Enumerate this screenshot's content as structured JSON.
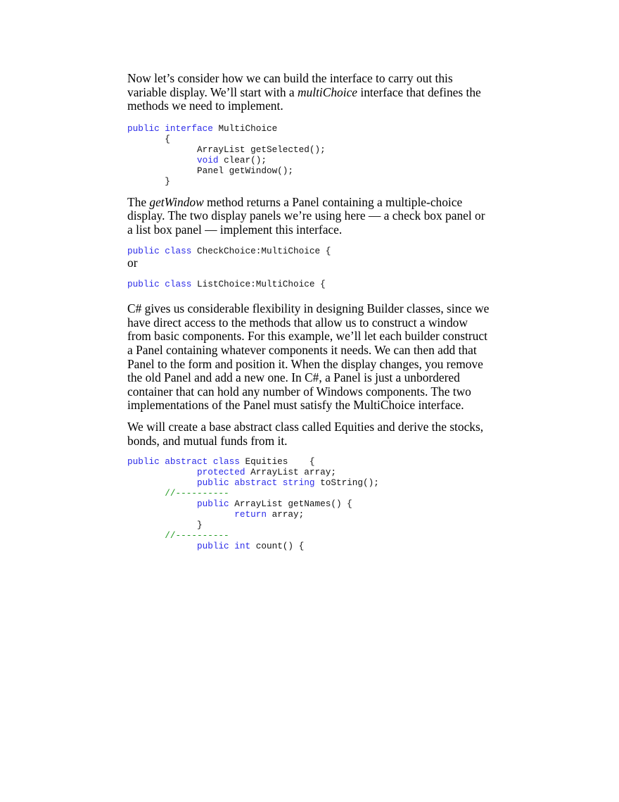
{
  "paragraphs": {
    "intro": {
      "part1": "Now let’s consider how we can build the interface to carry out this variable display. We’ll start with a ",
      "em": "multiChoice",
      "part2": " interface that defines the methods we need to implement."
    },
    "getwindow": {
      "em": "getWindow",
      "part1": "The ",
      "part2": " method returns a Panel containing a multiple-choice display. The two display panels we’re using here — a check box panel or a list box panel — implement this interface."
    },
    "or_word": "or",
    "builder": "C# gives us considerable flexibility in designing Builder classes, since we have direct access to the methods that allow us to construct a window from basic components. For this example, we’ll let each builder construct a Panel containing whatever components it needs. We can then add that Panel to the form and position it.  When the display changes, you remove the old Panel and add a new one. In C#, a Panel is just a unbordered container that can hold any number of Windows components. The two implementations of the Panel must satisfy the MultiChoice interface.",
    "equities": "We will create a base abstract class called Equities and derive the stocks, bonds, and mutual funds from it."
  },
  "code_blocks": {
    "multichoice": [
      [
        {
          "t": "public interface",
          "k": "kw"
        },
        {
          "t": " MultiChoice",
          "k": ""
        }
      ],
      [
        {
          "t": "       {",
          "k": ""
        }
      ],
      [
        {
          "t": "             ArrayList getSelected();",
          "k": ""
        }
      ],
      [
        {
          "t": "             ",
          "k": ""
        },
        {
          "t": "void",
          "k": "kw"
        },
        {
          "t": " clear();",
          "k": ""
        }
      ],
      [
        {
          "t": "             Panel getWindow();",
          "k": ""
        }
      ],
      [
        {
          "t": "       }",
          "k": ""
        }
      ]
    ],
    "checkchoice": [
      [
        {
          "t": "public class",
          "k": "kw"
        },
        {
          "t": " CheckChoice:MultiChoice {",
          "k": ""
        }
      ]
    ],
    "listchoice": [
      [
        {
          "t": "public class",
          "k": "kw"
        },
        {
          "t": " ListChoice:MultiChoice {",
          "k": ""
        }
      ]
    ],
    "equities": [
      [
        {
          "t": "public abstract class",
          "k": "kw"
        },
        {
          "t": " Equities    {",
          "k": ""
        }
      ],
      [
        {
          "t": "             ",
          "k": ""
        },
        {
          "t": "protected",
          "k": "kw"
        },
        {
          "t": " ArrayList array;",
          "k": ""
        }
      ],
      [
        {
          "t": "             ",
          "k": ""
        },
        {
          "t": "public abstract string",
          "k": "kw"
        },
        {
          "t": " toString();",
          "k": ""
        }
      ],
      [
        {
          "t": "       ",
          "k": ""
        },
        {
          "t": "//----------",
          "k": "cm"
        }
      ],
      [
        {
          "t": "             ",
          "k": ""
        },
        {
          "t": "public",
          "k": "kw"
        },
        {
          "t": " ArrayList getNames() {",
          "k": ""
        }
      ],
      [
        {
          "t": "                    ",
          "k": ""
        },
        {
          "t": "return",
          "k": "kw"
        },
        {
          "t": " array;",
          "k": ""
        }
      ],
      [
        {
          "t": "             }",
          "k": ""
        }
      ],
      [
        {
          "t": "       ",
          "k": ""
        },
        {
          "t": "//----------",
          "k": "cm"
        }
      ],
      [
        {
          "t": "             ",
          "k": ""
        },
        {
          "t": "public int",
          "k": "kw"
        },
        {
          "t": " count() {",
          "k": ""
        }
      ]
    ]
  },
  "colors": {
    "keyword": "#2a2ae8",
    "comment": "#1f9a1f",
    "text": "#000000"
  }
}
